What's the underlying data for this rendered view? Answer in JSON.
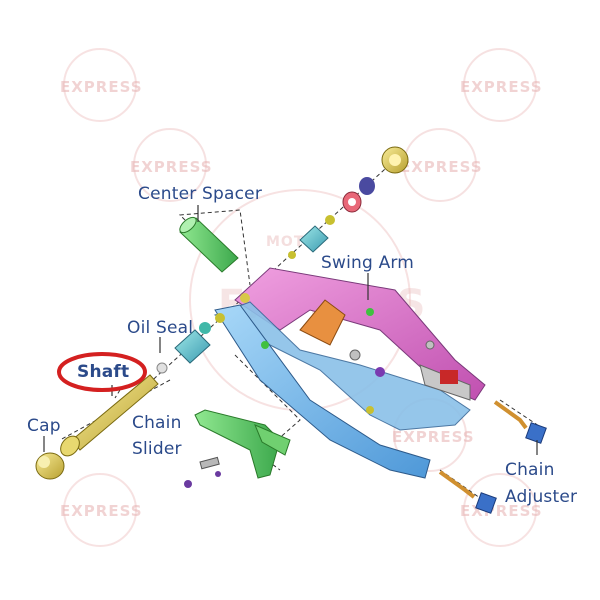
{
  "labels": {
    "center_spacer": "Center Spacer",
    "swing_arm": "Swing Arm",
    "oil_seal": "Oil Seal",
    "shaft": "Shaft",
    "cap": "Cap",
    "chain_slider_1": "Chain",
    "chain_slider_2": "Slider",
    "chain_adjuster_1": "Chain",
    "chain_adjuster_2": "Adjuster"
  },
  "watermark": {
    "text": "EXPRESS",
    "small": "MOTO"
  },
  "colors": {
    "label_text": "#2b4a8a",
    "highlight_ring": "#d42020",
    "swing_arm_pink": "#e070c8",
    "swing_arm_blue": "#78b8e8",
    "chain_slider_green": "#5cc85c",
    "shaft_yellow": "#d8c848",
    "adjuster_blue": "#3a70c8"
  }
}
